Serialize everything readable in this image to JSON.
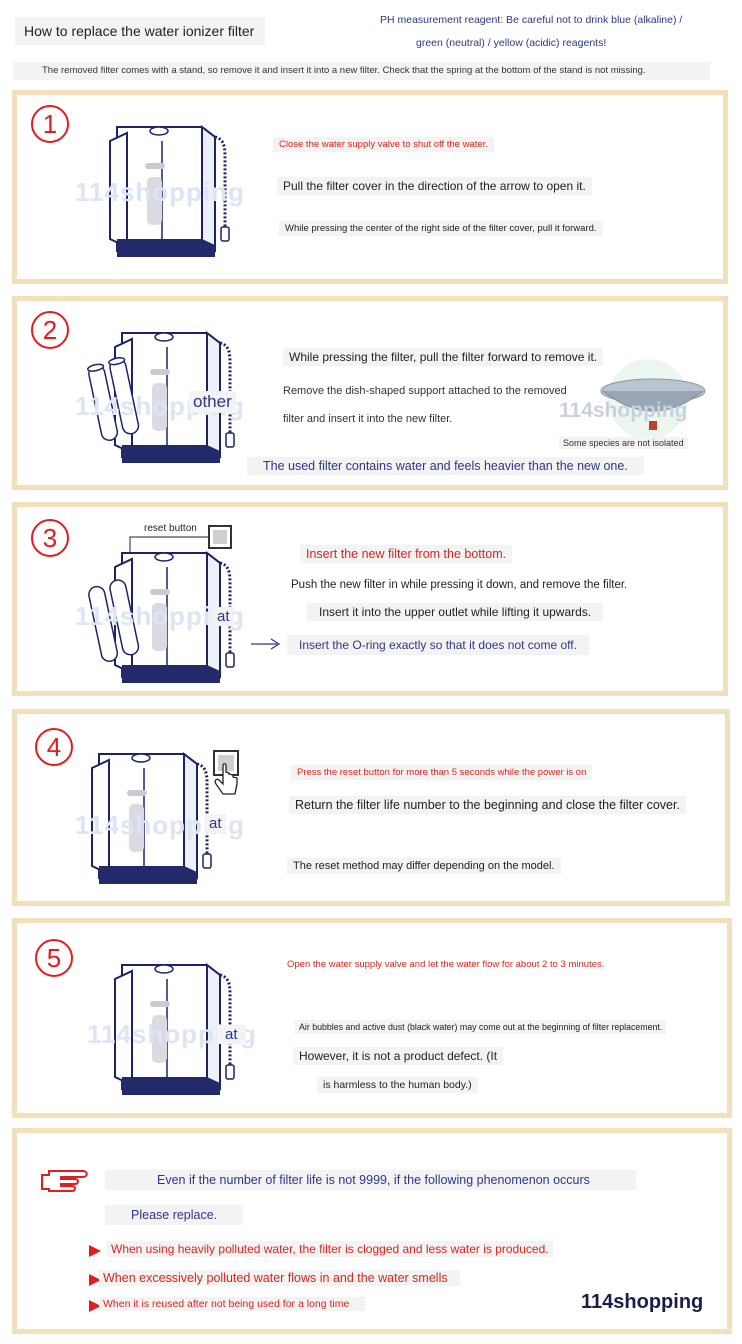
{
  "header": {
    "title": "How to replace the water ionizer filter",
    "reagent_line1": "PH measurement reagent: Be careful not to drink blue (alkaline) /",
    "reagent_line2": "green (neutral) / yellow (acidic) reagents!",
    "note": "The removed filter comes with a stand, so remove it and insert it into a new filter. Check that the spring at the bottom of the stand is not missing."
  },
  "watermark": "114shopping",
  "steps": [
    {
      "number": "1",
      "lines": [
        "Close the water supply valve to shut off the water.",
        "Pull the filter cover in the direction of the arrow to open it.",
        "While pressing the center of the right side of the filter cover, pull it forward."
      ]
    },
    {
      "number": "2",
      "label": "other",
      "lines": [
        "While pressing the filter, pull the filter forward to remove it.",
        "Remove the dish-shaped support attached to the removed",
        "filter and insert it into the new filter.",
        "The used filter contains water and feels heavier than the new one."
      ],
      "photo_caption": "Some species are not isolated"
    },
    {
      "number": "3",
      "label": "at",
      "reset_label": "reset button",
      "lines": [
        "Insert the new filter from the bottom.",
        "Push the new filter in while pressing it down, and remove the filter.",
        "Insert it into the upper outlet while lifting it upwards.",
        "Insert the O-ring exactly so that it does not come off."
      ]
    },
    {
      "number": "4",
      "label": "at",
      "lines": [
        "Press the reset button for more than 5 seconds while the power is on",
        "Return the filter life number to the beginning and close the filter cover.",
        "The reset method may differ depending on the model."
      ]
    },
    {
      "number": "5",
      "label": "at",
      "lines": [
        "Open the water supply valve and let the water flow for about 2 to 3 minutes.",
        "Air bubbles and active dust (black water) may come out at the beginning of filter replacement.",
        "However, it is not a product defect. (It",
        "is harmless to the human body.)"
      ]
    }
  ],
  "replace": {
    "line1": "Even if the number of filter life is not 9999, if the following phenomenon occurs",
    "line2": "Please replace.",
    "bullets": [
      "When using heavily polluted water, the filter is clogged and less water is produced.",
      "When excessively polluted water flows in and the water smells",
      "When it is reused after not being used for a long time"
    ],
    "brand": "114shopping"
  },
  "colors": {
    "red": "#d9261c",
    "navy": "#2c3787",
    "border": "#f3dfb9"
  }
}
